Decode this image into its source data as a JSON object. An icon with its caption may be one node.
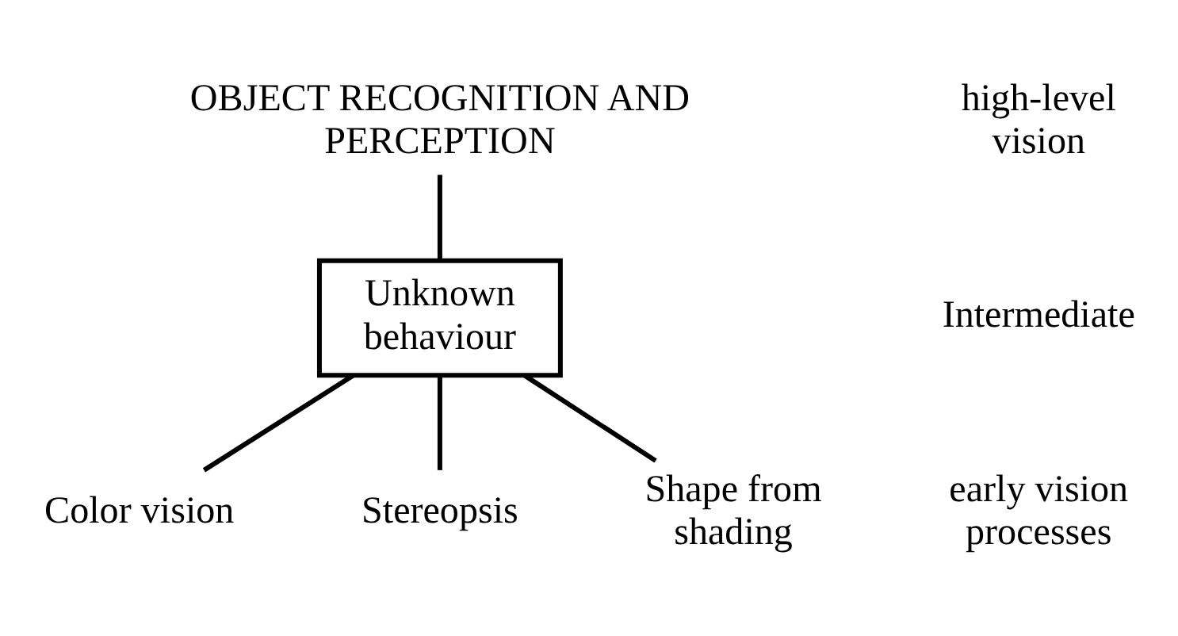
{
  "diagram": {
    "nodes": [
      {
        "text": [
          "OBJECT RECOGNITION AND PERCEPTION"
        ]
      },
      {
        "text": [
          "Unknown behaviour"
        ]
      },
      {
        "text": [
          "Color vision"
        ]
      },
      {
        "text": [
          "Stereopsis"
        ]
      },
      {
        "text": [
          "Shape from shading"
        ]
      }
    ],
    "edges": [
      {
        "from": 0,
        "to": 1,
        "arrow": "none"
      },
      {
        "from": 1,
        "to": 2,
        "arrow": "none"
      },
      {
        "from": 1,
        "to": 3,
        "arrow": "none"
      },
      {
        "from": 1,
        "to": 4,
        "arrow": "none"
      }
    ],
    "labels": [
      "high-level vision",
      "Intermediate",
      "early vision processes"
    ]
  }
}
